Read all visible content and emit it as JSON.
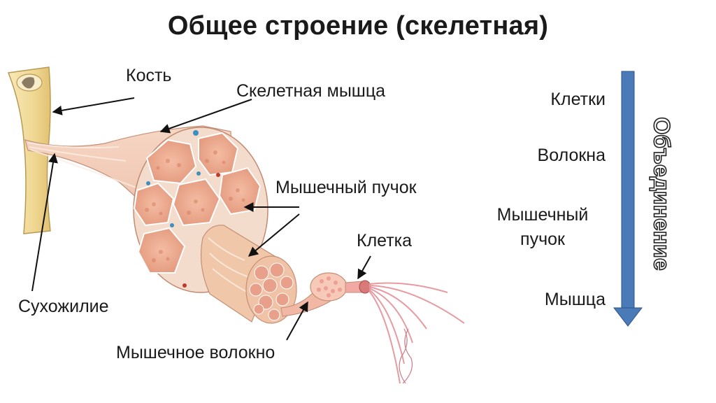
{
  "title": "Общее строение (скелетная)",
  "labels": {
    "bone": "Кость",
    "skeletal_muscle": "Скелетная мышца",
    "muscle_bundle": "Мышечный пучок",
    "cell": "Клетка",
    "tendon": "Сухожилие",
    "muscle_fiber": "Мышечное волокно"
  },
  "hierarchy": {
    "levels": [
      "Клетки",
      "Волокна",
      "Мышечный пучок",
      "Мышца"
    ],
    "direction_label": "Объединение"
  },
  "colors": {
    "bone": "#f3dfa4",
    "muscle_outer": "#f2c4ab",
    "fascicle": "#e9a58a",
    "arrow": "#4a7ab8",
    "fiber": "#e8949a"
  }
}
